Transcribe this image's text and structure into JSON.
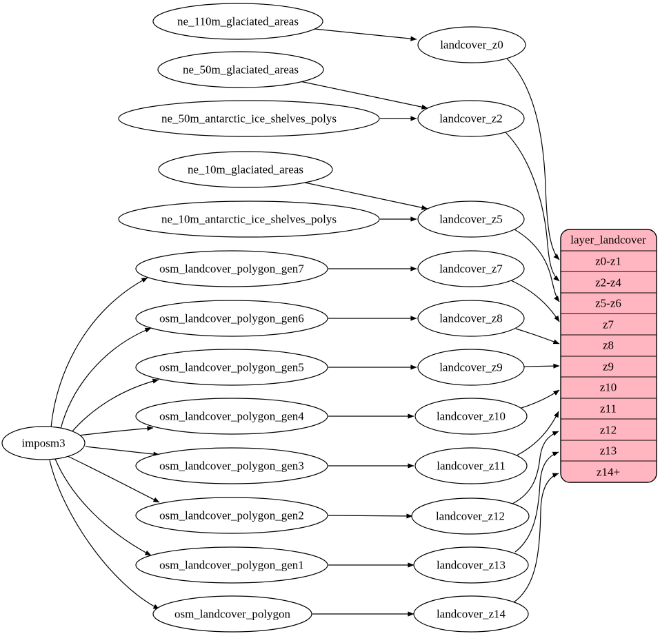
{
  "nodes": {
    "imposm3": "imposm3",
    "ne_110m_glaciated_areas": "ne_110m_glaciated_areas",
    "ne_50m_glaciated_areas": "ne_50m_glaciated_areas",
    "ne_50m_antarctic_ice_shelves_polys": "ne_50m_antarctic_ice_shelves_polys",
    "ne_10m_glaciated_areas": "ne_10m_glaciated_areas",
    "ne_10m_antarctic_ice_shelves_polys": "ne_10m_antarctic_ice_shelves_polys",
    "osm_landcover_polygon_gen7": "osm_landcover_polygon_gen7",
    "osm_landcover_polygon_gen6": "osm_landcover_polygon_gen6",
    "osm_landcover_polygon_gen5": "osm_landcover_polygon_gen5",
    "osm_landcover_polygon_gen4": "osm_landcover_polygon_gen4",
    "osm_landcover_polygon_gen3": "osm_landcover_polygon_gen3",
    "osm_landcover_polygon_gen2": "osm_landcover_polygon_gen2",
    "osm_landcover_polygon_gen1": "osm_landcover_polygon_gen1",
    "osm_landcover_polygon": "osm_landcover_polygon",
    "landcover_z0": "landcover_z0",
    "landcover_z2": "landcover_z2",
    "landcover_z5": "landcover_z5",
    "landcover_z7": "landcover_z7",
    "landcover_z8": "landcover_z8",
    "landcover_z9": "landcover_z9",
    "landcover_z10": "landcover_z10",
    "landcover_z11": "landcover_z11",
    "landcover_z12": "landcover_z12",
    "landcover_z13": "landcover_z13",
    "landcover_z14": "landcover_z14"
  },
  "table": {
    "title": "layer_landcover",
    "rows": [
      "z0-z1",
      "z2-z4",
      "z5-z6",
      "z7",
      "z8",
      "z9",
      "z10",
      "z11",
      "z12",
      "z13",
      "z14+"
    ]
  },
  "colors": {
    "table_fill": "#ffb6c1",
    "node_fill": "#ffffff",
    "edge_stroke": "#000000"
  },
  "edges": [
    {
      "from": "imposm3",
      "to": "osm_landcover_polygon_gen7"
    },
    {
      "from": "imposm3",
      "to": "osm_landcover_polygon_gen6"
    },
    {
      "from": "imposm3",
      "to": "osm_landcover_polygon_gen5"
    },
    {
      "from": "imposm3",
      "to": "osm_landcover_polygon_gen4"
    },
    {
      "from": "imposm3",
      "to": "osm_landcover_polygon_gen3"
    },
    {
      "from": "imposm3",
      "to": "osm_landcover_polygon_gen2"
    },
    {
      "from": "imposm3",
      "to": "osm_landcover_polygon_gen1"
    },
    {
      "from": "imposm3",
      "to": "osm_landcover_polygon"
    },
    {
      "from": "ne_110m_glaciated_areas",
      "to": "landcover_z0"
    },
    {
      "from": "ne_50m_glaciated_areas",
      "to": "landcover_z2"
    },
    {
      "from": "ne_50m_antarctic_ice_shelves_polys",
      "to": "landcover_z2"
    },
    {
      "from": "ne_10m_glaciated_areas",
      "to": "landcover_z5"
    },
    {
      "from": "ne_10m_antarctic_ice_shelves_polys",
      "to": "landcover_z5"
    },
    {
      "from": "osm_landcover_polygon_gen7",
      "to": "landcover_z7"
    },
    {
      "from": "osm_landcover_polygon_gen6",
      "to": "landcover_z8"
    },
    {
      "from": "osm_landcover_polygon_gen5",
      "to": "landcover_z9"
    },
    {
      "from": "osm_landcover_polygon_gen4",
      "to": "landcover_z10"
    },
    {
      "from": "osm_landcover_polygon_gen3",
      "to": "landcover_z11"
    },
    {
      "from": "osm_landcover_polygon_gen2",
      "to": "landcover_z12"
    },
    {
      "from": "osm_landcover_polygon_gen1",
      "to": "landcover_z13"
    },
    {
      "from": "osm_landcover_polygon",
      "to": "landcover_z14"
    },
    {
      "from": "landcover_z0",
      "to_table_row": "z0-z1"
    },
    {
      "from": "landcover_z2",
      "to_table_row": "z2-z4"
    },
    {
      "from": "landcover_z5",
      "to_table_row": "z5-z6"
    },
    {
      "from": "landcover_z7",
      "to_table_row": "z7"
    },
    {
      "from": "landcover_z8",
      "to_table_row": "z8"
    },
    {
      "from": "landcover_z9",
      "to_table_row": "z9"
    },
    {
      "from": "landcover_z10",
      "to_table_row": "z10"
    },
    {
      "from": "landcover_z11",
      "to_table_row": "z11"
    },
    {
      "from": "landcover_z12",
      "to_table_row": "z12"
    },
    {
      "from": "landcover_z13",
      "to_table_row": "z13"
    },
    {
      "from": "landcover_z14",
      "to_table_row": "z14+"
    }
  ]
}
